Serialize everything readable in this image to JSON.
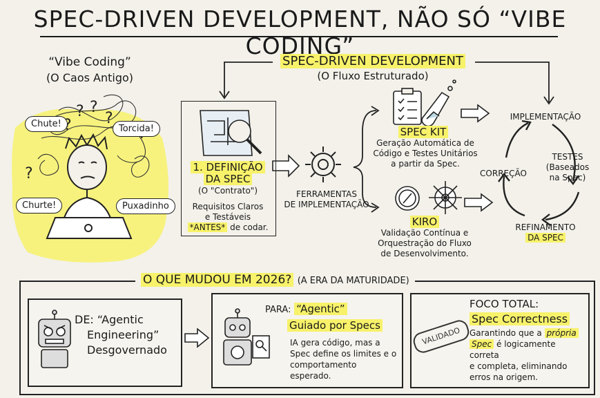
{
  "title": "SPEC-DRIVEN DEVELOPMENT, NÃO SÓ “VIBE CODING”",
  "vibe": {
    "heading": "“Vibe Coding”",
    "subheading": "(O Caos Antigo)",
    "bubbles": [
      "Chute!",
      "Torcida!",
      "Churte!",
      "Puxadinho"
    ]
  },
  "sdd": {
    "heading": "SPEC-DRIVEN DEVELOPMENT",
    "subheading": "(O Fluxo Estruturado)"
  },
  "definition": {
    "title_line1": "1. DEFINIÇÃO",
    "title_line2": "DA SPEC",
    "contract": "(O \"Contrato\")",
    "desc_line1": "Requisitos Claros",
    "desc_line2": "e Testáveis",
    "desc_line3_hl": "*ANTES*",
    "desc_line3_rest": " de codar."
  },
  "tools": {
    "label_line1": "FERRAMENTAS",
    "label_line2": "DE IMPLEMENTAÇÃO"
  },
  "speckit": {
    "title": "SPEC KIT",
    "desc_line1": "Geração Automática de",
    "desc_line2": "Código e Testes Unitários",
    "desc_line3": "a partir da Spec."
  },
  "kiro": {
    "title": "KIRO",
    "desc_line1": "Validação Contínua e",
    "desc_line2": "Orquestração do Fluxo",
    "desc_line3": "de Desenvolvimento."
  },
  "cycle": {
    "implementation": "IMPLEMENTAÇÃO",
    "tests_line1": "TESTES",
    "tests_line2": "(Baseados",
    "tests_line3": "na Spec)",
    "correction": "CORREÇÃO",
    "refinement_line1": "REFINAMENTO",
    "refinement_line2": "DA SPEC"
  },
  "bottom": {
    "heading": "O QUE MUDOU EM 2026?",
    "heading_sub": "(A ERA DA MATURIDADE)",
    "from_prefix": "DE:",
    "from_line1": "“Agentic",
    "from_line2": "Engineering”",
    "from_line3": "Desgovernado",
    "to_prefix": "PARA:",
    "to_hl1": "“Agentic”",
    "to_hl2": "Guiado por Specs",
    "to_desc_line1": "IA gera código, mas a",
    "to_desc_line2": "Spec define os limites e o",
    "to_desc_line3": "comportamento esperado.",
    "focus_title": "FOCO TOTAL:",
    "focus_hl": "Spec Correctness",
    "focus_desc_line1_pre": "Garantindo que a ",
    "focus_desc_line1_em": "própria",
    "focus_desc_line2_em": "Spec",
    "focus_desc_line2_post": " é logicamente correta",
    "focus_desc_line3": "e completa, eliminando",
    "focus_desc_line4": "erros na origem.",
    "stamp": "VALIDADO"
  },
  "colors": {
    "highlight": "#f7f26a",
    "ink": "#1a1a1a",
    "paper": "#f3f1ea"
  }
}
